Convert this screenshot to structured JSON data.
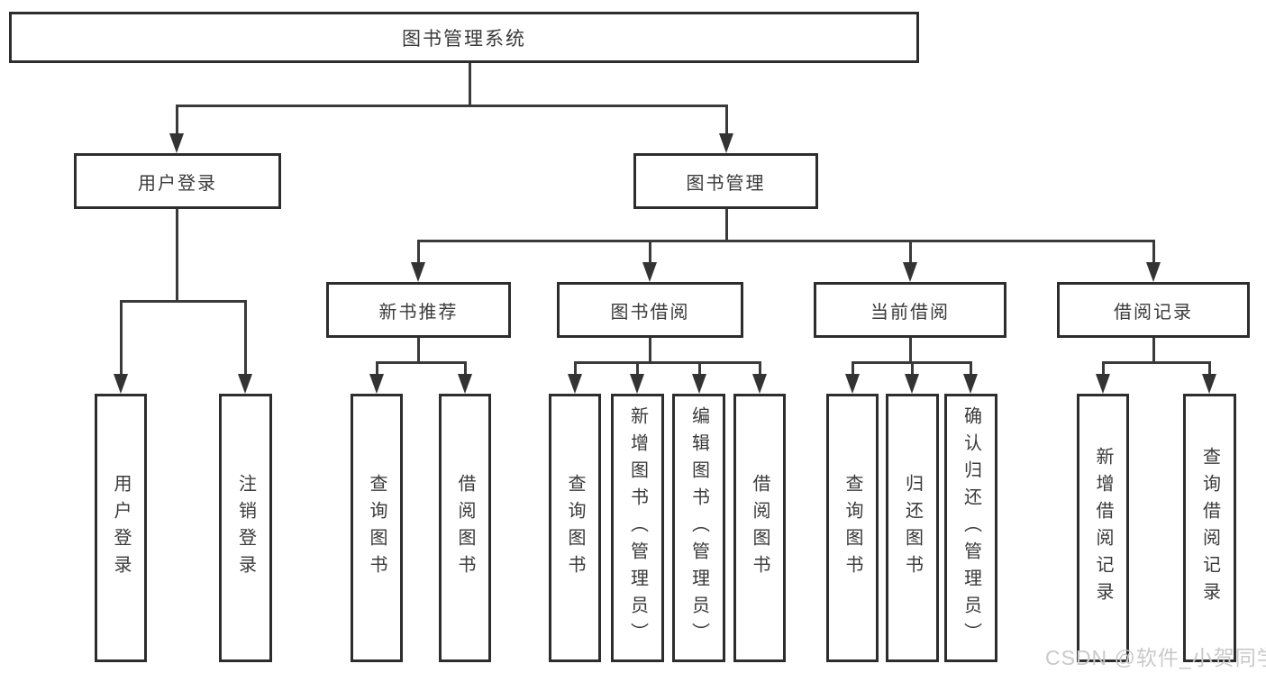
{
  "diagram": {
    "title": "图书管理系统",
    "watermark": "CSDN @软件_小贺同学",
    "colors": {
      "background": "#ffffff",
      "box_border": "#2d2d2d",
      "line": "#3a3a3a",
      "text": "#3a3a3a",
      "watermark": "#c9c9c9"
    },
    "nodes": {
      "root": {
        "label": "图书管理系统"
      },
      "user_login": {
        "label": "用户登录"
      },
      "book_mgmt": {
        "label": "图书管理"
      },
      "new_book_rec": {
        "label": "新书推荐"
      },
      "book_borrow": {
        "label": "图书借阅"
      },
      "current_borrow": {
        "label": "当前借阅"
      },
      "borrow_records": {
        "label": "借阅记录"
      },
      "leaf_user_login": {
        "label": "用户登录"
      },
      "leaf_logout": {
        "label": "注销登录"
      },
      "leaf_query_book_1": {
        "label": "查询图书"
      },
      "leaf_borrow_book_1": {
        "label": "借阅图书"
      },
      "leaf_query_book_2": {
        "label": "查询图书"
      },
      "leaf_add_book": {
        "label": "新增图书（管理员）"
      },
      "leaf_edit_book": {
        "label": "编辑图书（管理员）"
      },
      "leaf_borrow_book_2": {
        "label": "借阅图书"
      },
      "leaf_query_book_3": {
        "label": "查询图书"
      },
      "leaf_return_book": {
        "label": "归还图书"
      },
      "leaf_confirm_return": {
        "label": "确认归还（管理员）"
      },
      "leaf_add_record": {
        "label": "新增借阅记录"
      },
      "leaf_query_record": {
        "label": "查询借阅记录"
      }
    },
    "hierarchy": {
      "图书管理系统": {
        "用户登录": [
          "用户登录",
          "注销登录"
        ],
        "图书管理": {
          "新书推荐": [
            "查询图书",
            "借阅图书"
          ],
          "图书借阅": [
            "查询图书",
            "新增图书（管理员）",
            "编辑图书（管理员）",
            "借阅图书"
          ],
          "当前借阅": [
            "查询图书",
            "归还图书",
            "确认归还（管理员）"
          ],
          "借阅记录": [
            "新增借阅记录",
            "查询借阅记录"
          ]
        }
      }
    }
  }
}
